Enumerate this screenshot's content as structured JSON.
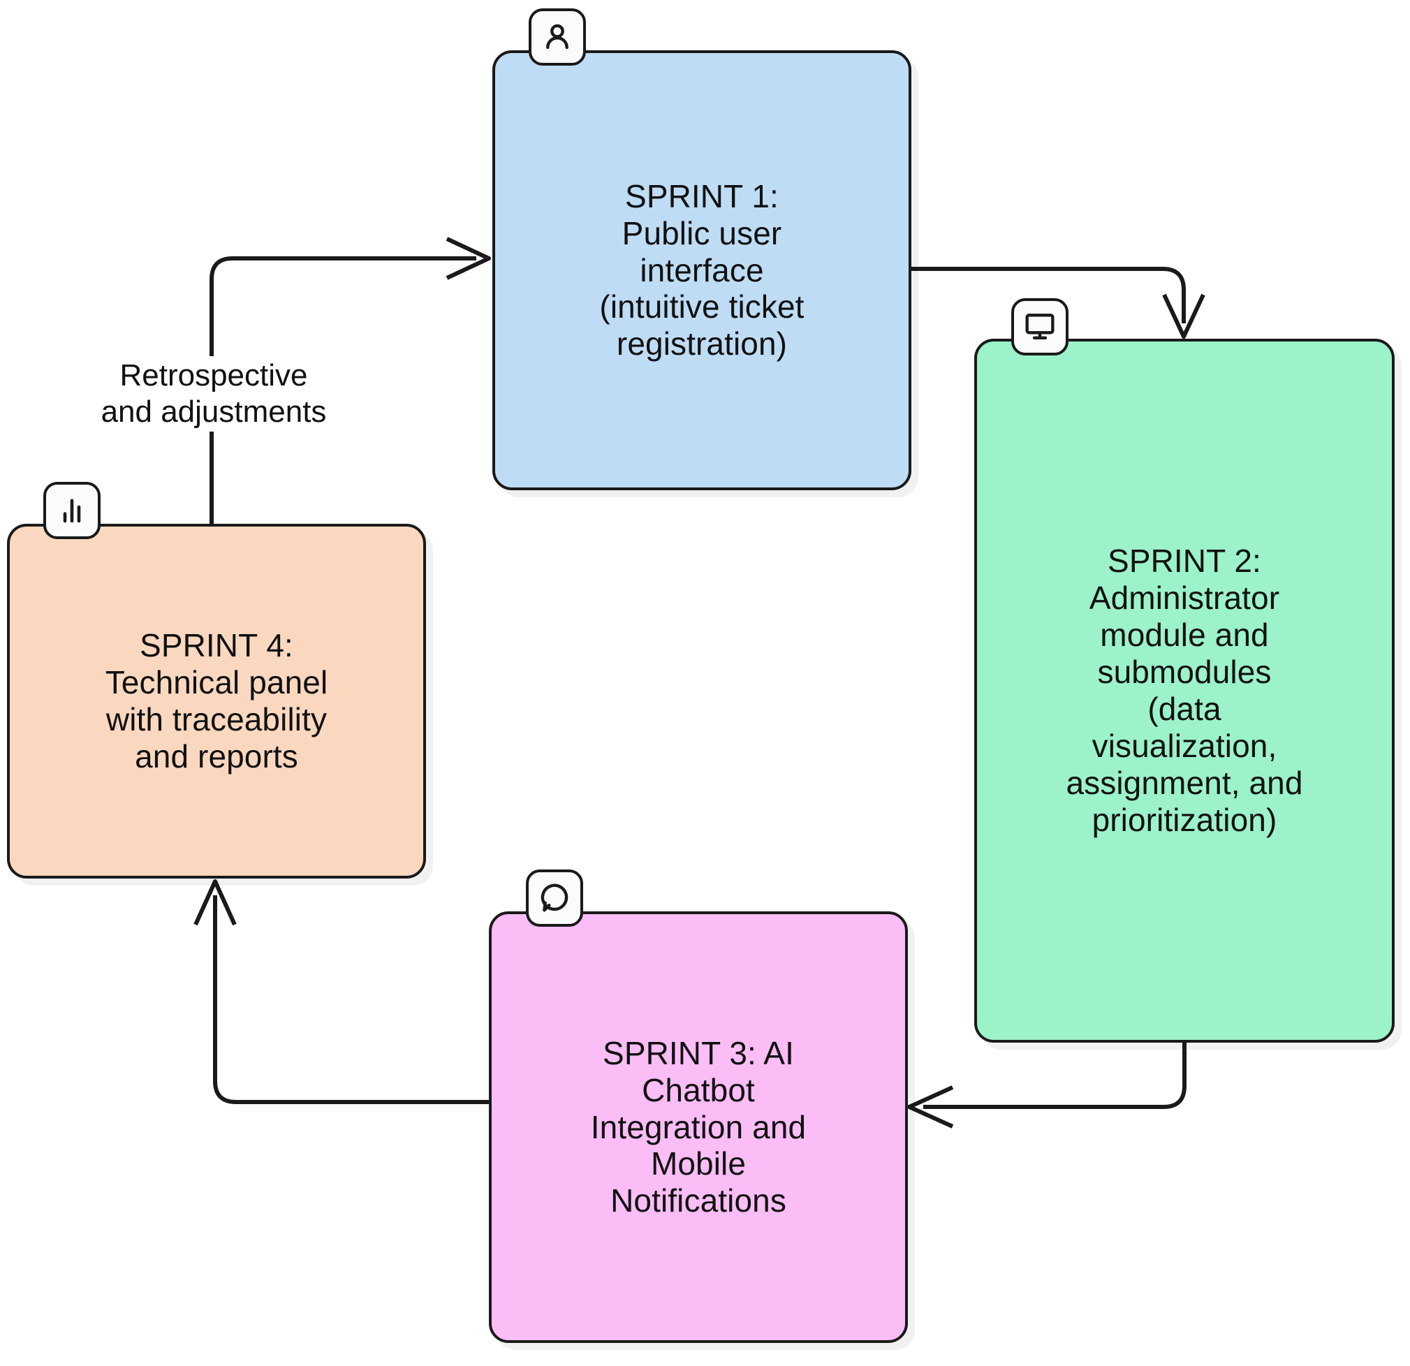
{
  "diagram": {
    "type": "cycle-flowchart",
    "background_color": "#ffffff",
    "edge_color": "#1a1a1a",
    "nodes": [
      {
        "id": "sprint1",
        "label": "SPRINT 1:\nPublic user\ninterface\n(intuitive ticket\nregistration)",
        "fill_color": "#bfdcf5",
        "border_color": "#1a1a1a",
        "icon": "person-icon"
      },
      {
        "id": "sprint2",
        "label": "SPRINT 2:\nAdministrator\nmodule and\nsubmodules\n(data\nvisualization,\nassignment, and\nprioritization)",
        "fill_color": "#9cf2c9",
        "border_color": "#1a1a1a",
        "icon": "monitor-icon"
      },
      {
        "id": "sprint3",
        "label": "SPRINT 3: AI\nChatbot\nIntegration and\nMobile\nNotifications",
        "fill_color": "#fabdf5",
        "border_color": "#1a1a1a",
        "icon": "chat-bubble-icon"
      },
      {
        "id": "sprint4",
        "label": "SPRINT 4:\nTechnical panel\nwith traceability\nand reports",
        "fill_color": "#fad8c0",
        "border_color": "#1a1a1a",
        "icon": "bar-chart-icon"
      }
    ],
    "edges": [
      {
        "id": "e-s4-s1",
        "from": "sprint4",
        "to": "sprint1",
        "label": "Retrospective\nand adjustments"
      },
      {
        "id": "e-s1-s2",
        "from": "sprint1",
        "to": "sprint2",
        "label": ""
      },
      {
        "id": "e-s2-s3",
        "from": "sprint2",
        "to": "sprint3",
        "label": ""
      },
      {
        "id": "e-s3-s4",
        "from": "sprint3",
        "to": "sprint4",
        "label": ""
      }
    ]
  }
}
